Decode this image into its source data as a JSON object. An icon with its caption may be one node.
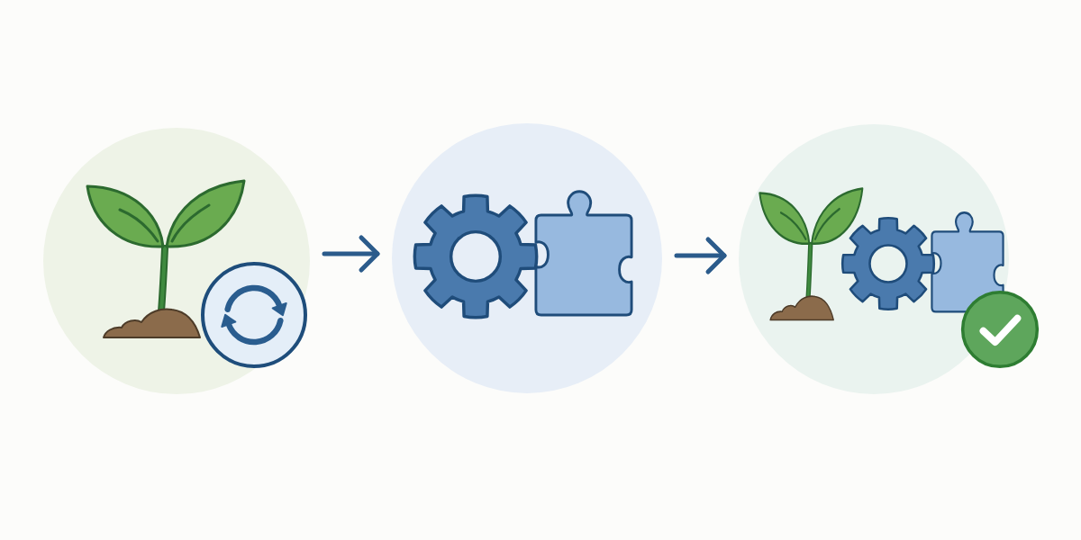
{
  "diagram": {
    "nodes": [
      {
        "text": [],
        "shape": "picture"
      },
      {
        "text": [],
        "shape": "picture"
      },
      {
        "text": [],
        "shape": "picture"
      }
    ],
    "edges": [
      {
        "from": 0,
        "to": 1,
        "arrow": "to"
      },
      {
        "from": 1,
        "to": 2,
        "arrow": "to"
      }
    ]
  }
}
